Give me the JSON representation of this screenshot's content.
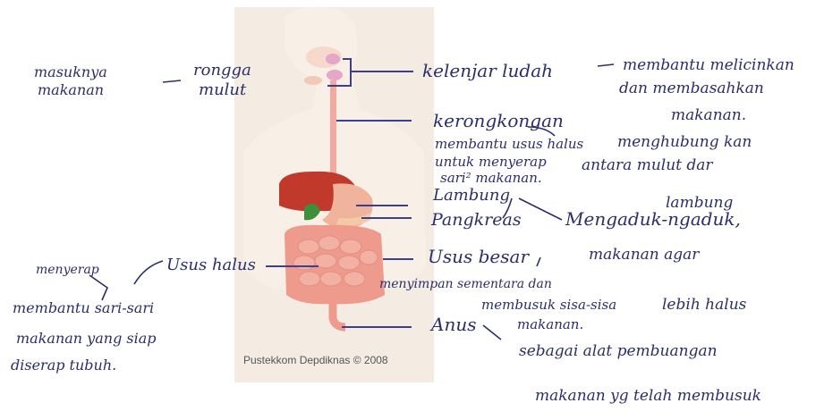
{
  "credit": "Pustekkom Depdiknas © 2008",
  "labels": {
    "rongga_mulut": [
      "rongga",
      "mulut"
    ],
    "kelenjar_ludah": "kelenjar ludah",
    "kerongkongan": "kerongkongan",
    "lambung": "Lambung",
    "pangkreas": "Pangkreas",
    "usus_halus": "Usus halus",
    "usus_besar": "Usus besar",
    "anus": "Anus"
  },
  "notes": {
    "mulut": [
      "masuknya",
      "makanan"
    ],
    "ludah": [
      "membantu melicinkan",
      "dan membasahkan",
      "makanan."
    ],
    "kerongkongan": [
      "menghubung kan",
      "antara mulut dar",
      "lambung"
    ],
    "pankreas": [
      "membantu usus halus",
      "untuk menyerap",
      "sari² makanan."
    ],
    "lambung": [
      "Mengaduk-ngaduk,",
      "makanan agar",
      "lebih halus"
    ],
    "usus_besar": [
      "menyimpan sementara dan",
      "membusuk sisa-sisa",
      "makanan."
    ],
    "anus": [
      "sebagai alat pembuangan",
      "makanan yg telah membusuk"
    ],
    "usus_halus_top": "menyerap",
    "usus_halus": [
      "membantu sari-sari",
      "makanan yang siap",
      "diserap tubuh."
    ]
  },
  "colors": {
    "ink": "#2a2f6b",
    "line": "#3a3f8f",
    "body": "#f4ebe2",
    "skin": "#f2c9b6",
    "esophagus": "#f1a9a0",
    "liver": "#c0392b",
    "stomach": "#f0b49c",
    "gallbladder": "#3f8f3a",
    "intestine": "#f3b1a3",
    "colon": "#ee9a8c"
  }
}
